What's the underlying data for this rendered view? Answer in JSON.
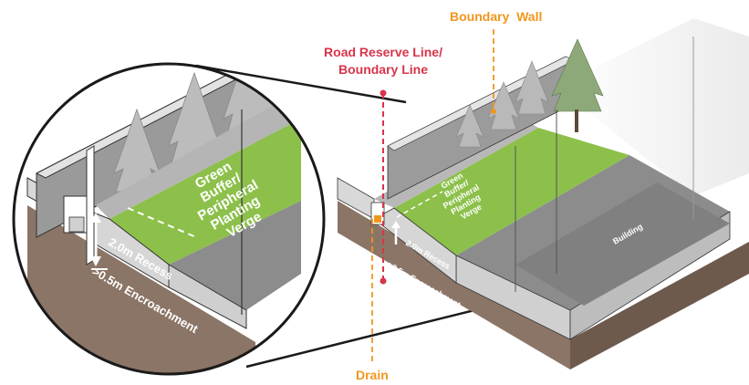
{
  "callouts": {
    "road_reserve_line_1": "Road Reserve Line/",
    "road_reserve_line_2": "Boundary Line",
    "boundary_wall": "Boundary  Wall",
    "drain": "Drain"
  },
  "zoom_view": {
    "buffer_lines": [
      "Green",
      "Buffer/",
      "Peripheral",
      "Planting",
      "Verge"
    ],
    "recess": "2.0m Recess",
    "encroachment": ">0.5m Encroachment"
  },
  "main_view": {
    "buffer_lines": [
      "Green",
      "Buffer/",
      "Peripheral",
      "Planting",
      "Verge"
    ],
    "recess": "2.0m Recess",
    "encroachment": ">0.5m Encroachment",
    "building": "Building"
  },
  "colors": {
    "red_callout": "#d8344a",
    "orange_callout": "#f0961e",
    "grass": "#8cc04a",
    "soil": "#8b7566",
    "concrete": "#9a9a9a"
  }
}
